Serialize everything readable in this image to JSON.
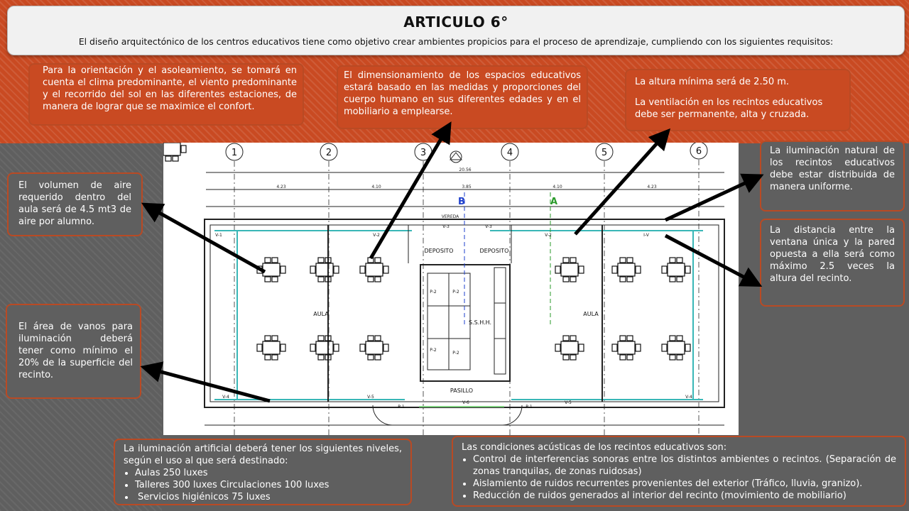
{
  "header": {
    "title": "ARTICULO 6°",
    "subtitle": "El diseño arquitectónico de los centros educativos tiene como objetivo crear ambientes propicios para el proceso de aprendizaje, cumpliendo con los siguientes requisitos:"
  },
  "notes": {
    "orientation": "Para la orientación y el asoleamiento, se tomará en cuenta el clima predominante, el viento predominante y el recorrido del sol en las diferentes estaciones, de manera de lograr que se maximice el confort.",
    "dimensions": "El dimensionamiento de los espacios educativos estará basado en las medidas y proporciones del cuerpo humano en sus diferentes edades y en el mobiliario a emplearse.",
    "height": "La altura mínima será de 2.50 m.",
    "ventilation": "La ventilación en los recintos educativos debe ser permanente, alta y cruzada.",
    "natural_light": "La iluminación natural de los recintos educativos debe estar distribuida de manera uniforme.",
    "window_distance": "La distancia entre la ventana única y la pared opuesta a ella será como máximo 2.5 veces la altura del recinto.",
    "air_volume": "El volumen de aire requerido dentro del aula será de 4.5 mt3 de aire por alumno.",
    "window_area": "El área de vanos para iluminación deberá tener como mínimo el 20% de la superficie del recinto.",
    "artificial_light": {
      "intro": "La iluminación artificial deberá tener los siguientes niveles, según el uso al que será destinado:",
      "items": [
        "Aulas 250 luxes",
        "Talleres 300 luxes Circulaciones 100 luxes",
        "Servicios higiénicos 75 luxes"
      ]
    },
    "acoustics": {
      "intro": "Las condiciones acústicas de los recintos educativos son:",
      "items": [
        "Control de interferencias sonoras entre los distintos ambientes o recintos. (Separación de zonas tranquilas, de zonas ruidosas)",
        "Aislamiento de ruidos recurrentes provenientes del exterior (Tráfico, lluvia, granizo).",
        "Reducción de ruidos generados al interior del recinto (movimiento de mobiliario)"
      ]
    }
  },
  "plan": {
    "axes": [
      "1",
      "2",
      "3",
      "4",
      "5",
      "6"
    ],
    "axis_letters": [
      "B",
      "A"
    ],
    "total_width": "20.56",
    "bay_dims": [
      "4.23",
      "4.10",
      "3.85",
      "4.10",
      "4.23"
    ],
    "labels": {
      "aula_left": "AULA",
      "aula_right": "AULA",
      "deposito_left": "DEPOSITO",
      "deposito_right": "DEPOSITO",
      "pasillo": "PASILLO",
      "sshh": "S.S.H.H.",
      "vereda": "VEREDA"
    },
    "window_tags": [
      "V-1",
      "V-2",
      "V-3",
      "V-3",
      "V-2",
      "I-V",
      "V-4",
      "V-5",
      "V-6",
      "V-5",
      "V-4",
      "P-1",
      "P-1",
      "P-2",
      "P-2",
      "P-2",
      "P-2"
    ]
  },
  "colors": {
    "accent": "#c94a22",
    "panel": "#5f5f5f",
    "note_border": "#b94a24",
    "axis_a": "#2a9a2a",
    "axis_b": "#1e3fcc"
  }
}
